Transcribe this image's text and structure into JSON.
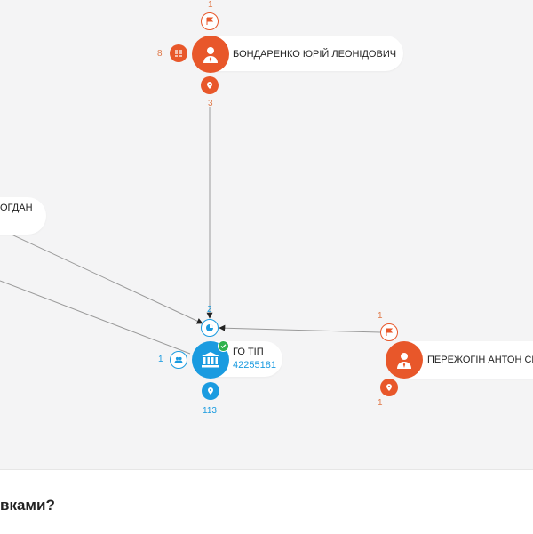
{
  "graph": {
    "nodes": {
      "bondarenko": {
        "name": "БОНДАРЕНКО ЮРІЙ ЛЕОНІДОВИЧ",
        "icon": "person-icon",
        "color": "#e8572a",
        "flag_count": "1",
        "docs_count": "8",
        "location_count": "3"
      },
      "bohdan": {
        "name": "ОГДАН"
      },
      "go_tip": {
        "name": "ГО ТІП",
        "code": "42255181",
        "icon": "bank-icon",
        "color": "#1a9be0",
        "verified_icon": "check-icon",
        "hub_count": "2",
        "members_count": "1",
        "location_count": "113"
      },
      "perezhohin": {
        "name": "ПЕРЕЖОГІН АНТОН СЕР",
        "icon": "person-icon",
        "color": "#e8572a",
        "flag_count": "1",
        "location_count": "1"
      }
    }
  },
  "bottom": {
    "question": "вками?"
  }
}
